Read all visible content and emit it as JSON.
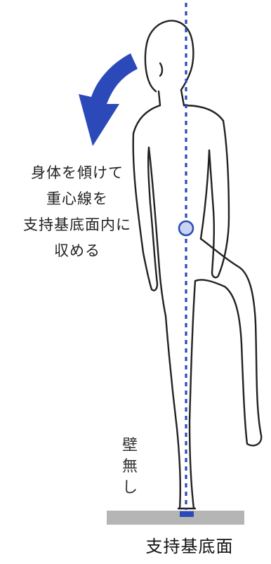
{
  "caption_lines": [
    "身体を傾けて",
    "重心線を",
    "支持基底面内に",
    "収める"
  ],
  "wall_label_chars": [
    "壁",
    "無",
    "し"
  ],
  "base_label": "支持基底面",
  "colors": {
    "accent": "#2b49b8",
    "floor": "#b5b5b5",
    "outline": "#222222"
  },
  "icons": {
    "arrow": "curved-arrow-icon",
    "cog": "center-of-gravity-icon"
  }
}
